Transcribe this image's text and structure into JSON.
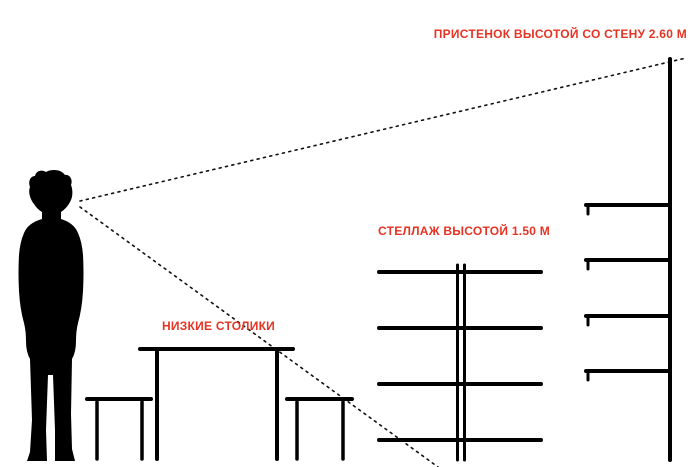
{
  "diagram": {
    "title_implied": "furniture-heights-comparison",
    "labels": {
      "pristenok": "ПРИСТЕНОК ВЫСОТОЙ СО СТЕНУ 2.60 М",
      "stellazh": "СТЕЛЛАЖ ВЫСОТОЙ 1.50 М",
      "low_tables": "НИЗКИЕ СТОЛИКИ"
    },
    "colors": {
      "accent_red": "#e63323",
      "ink": "#000000",
      "background": "#ffffff"
    },
    "icons": [
      "person-silhouette",
      "low-table-icon",
      "stool-icon",
      "shelf-unit-icon",
      "wall-unit-icon",
      "sight-line-dotted"
    ]
  }
}
